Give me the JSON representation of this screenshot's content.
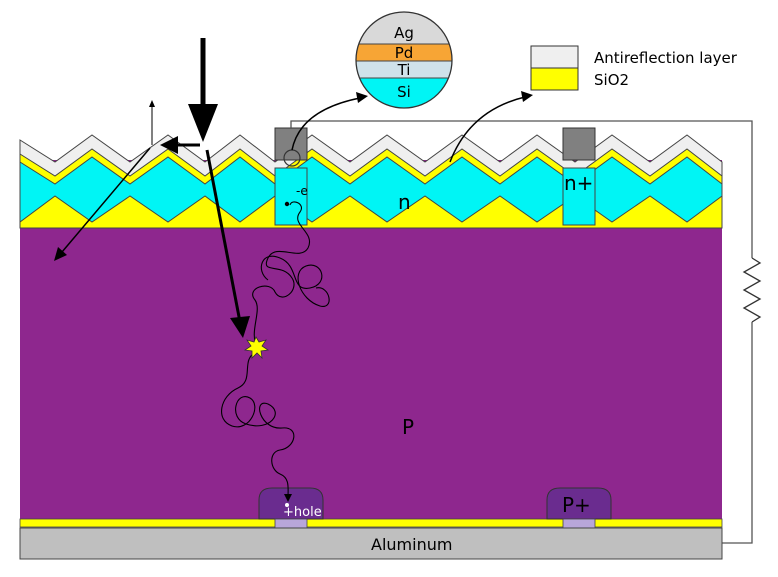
{
  "legend": {
    "items": [
      {
        "label": "Antireflection layer",
        "color": "#efefef"
      },
      {
        "label": "SiO2",
        "color": "#ffff00"
      }
    ]
  },
  "contact_stack": {
    "layers": [
      {
        "label": "Ag",
        "color": "#d9d9d9"
      },
      {
        "label": "Pd",
        "color": "#f7a535"
      },
      {
        "label": "Ti",
        "color": "#cfe2ea"
      },
      {
        "label": "Si",
        "color": "#00f5f5"
      }
    ]
  },
  "regions": {
    "n": "n",
    "n_plus": "n+",
    "p": "P",
    "p_plus": "P+",
    "aluminum": "Aluminum"
  },
  "carriers": {
    "electron": "-e",
    "hole": "+hole"
  },
  "colors": {
    "p_bulk": "#8e278e",
    "n_layer": "#00f5f5",
    "sio2": "#ffff00",
    "antireflection": "#efefef",
    "aluminum": "#bfbfbf",
    "contact": "#808080",
    "p_plus": "#6a2c8f",
    "spark": "#ffff00"
  }
}
